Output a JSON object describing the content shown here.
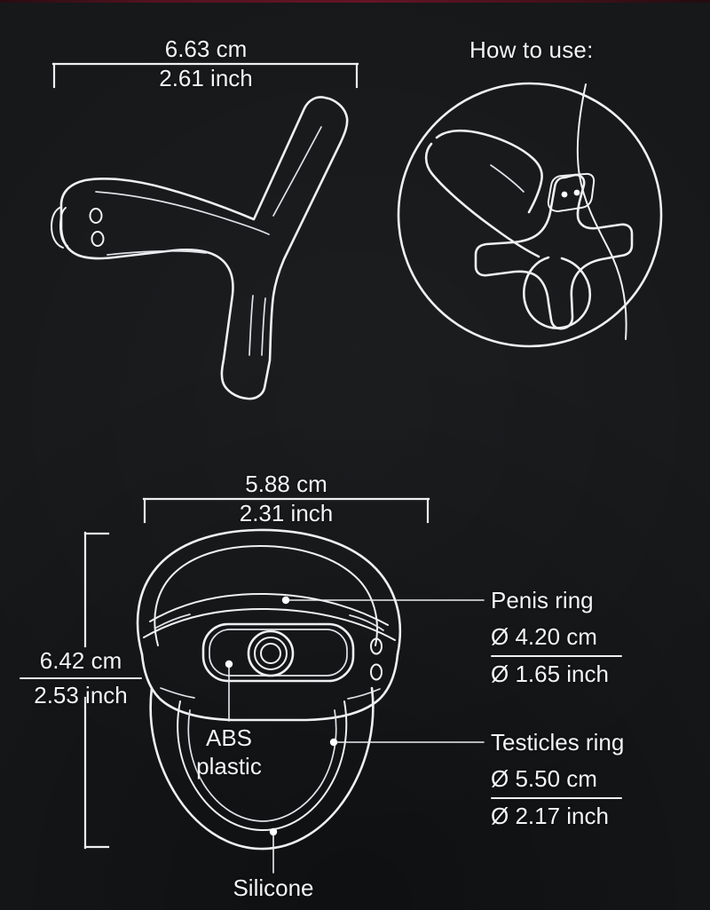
{
  "page": {
    "title": "Product dimension diagram",
    "background_color": "#16181a",
    "line_color": "#eef1f2",
    "accent_top_band_color": "#681426"
  },
  "sections": {
    "how_to_use": {
      "heading": "How to use:",
      "illustration_name": "anatomy-usage-circle"
    }
  },
  "dimensions": {
    "top_width": {
      "cm": "6.63 cm",
      "inch": "2.61 inch"
    },
    "bottom_width": {
      "cm": "5.88 cm",
      "inch": "2.31 inch"
    },
    "left_height": {
      "cm": "6.42 cm",
      "inch": "2.53 inch"
    }
  },
  "callouts": [
    {
      "id": "penis-ring",
      "title": "Penis ring",
      "cm": "Ø 4.20 cm",
      "inch": "Ø 1.65 inch"
    },
    {
      "id": "testicles-ring",
      "title": "Testicles ring",
      "cm": "Ø 5.50 cm",
      "inch": "Ø 2.17 inch"
    }
  ],
  "materials": [
    {
      "id": "abs-plastic",
      "line1": "ABS",
      "line2": "plastic"
    },
    {
      "id": "silicone",
      "line1": "Silicone",
      "line2": ""
    }
  ]
}
